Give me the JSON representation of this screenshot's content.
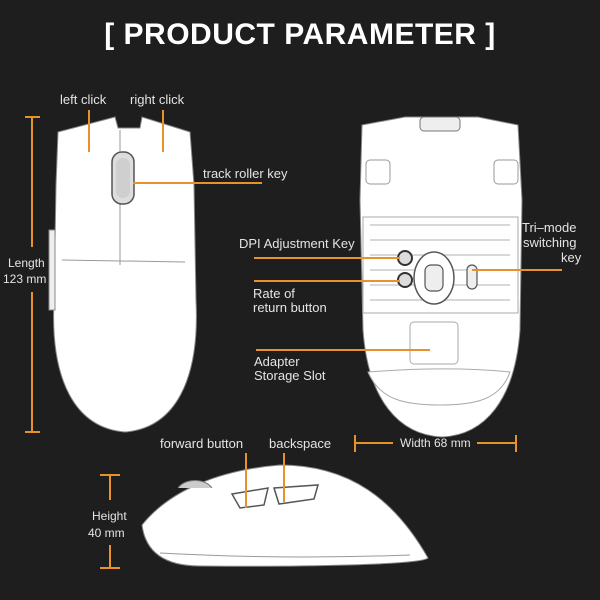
{
  "title": "[ PRODUCT PARAMETER ]",
  "accent_color": "#e8922a",
  "top_view": {
    "labels": {
      "left_click": "left click",
      "right_click": "right click",
      "track_roller_key": "track roller key"
    },
    "length": {
      "label": "Length",
      "value": "123 mm"
    }
  },
  "bottom_view": {
    "labels": {
      "dpi_key": "DPI Adjustment Key",
      "rate_line1": "Rate of",
      "rate_line2": "return button",
      "tri_line1": "Tri–mode",
      "tri_line2": "switching",
      "tri_line3": "key",
      "adapter_line1": "Adapter",
      "adapter_line2": "Storage Slot"
    },
    "width": {
      "value": "Width 68 mm"
    }
  },
  "side_view": {
    "labels": {
      "forward_button": "forward button",
      "backspace": "backspace"
    },
    "height": {
      "label": "Height",
      "value": "40 mm"
    }
  }
}
